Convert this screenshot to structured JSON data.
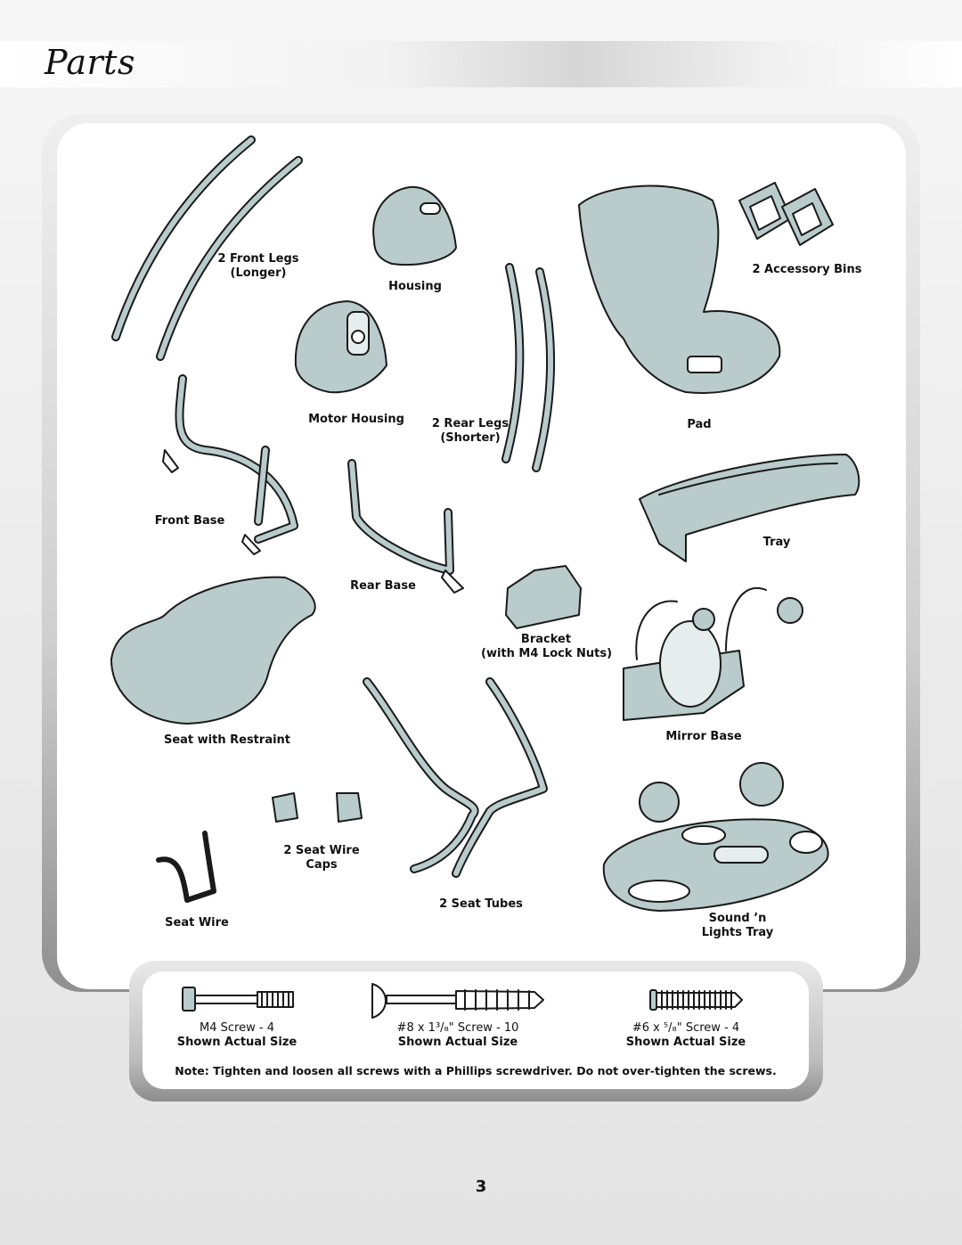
{
  "header": {
    "title": "Parts"
  },
  "parts": {
    "front_legs": {
      "line1": "2 Front Legs",
      "line2": "(Longer)"
    },
    "housing": "Housing",
    "motor_housing": "Motor Housing",
    "rear_legs": {
      "line1": "2 Rear Legs",
      "line2": "(Shorter)"
    },
    "pad": "Pad",
    "accessory_bins": "2 Accessory Bins",
    "front_base": "Front Base",
    "rear_base": "Rear Base",
    "tray": "Tray",
    "bracket": {
      "line1": "Bracket",
      "line2": "(with M4 Lock Nuts)"
    },
    "seat_with_restraint": "Seat with Restraint",
    "mirror_base": "Mirror Base",
    "seat_wire_caps": {
      "line1": "2 Seat Wire",
      "line2": "Caps"
    },
    "seat_wire": "Seat Wire",
    "seat_tubes": "2 Seat Tubes",
    "sound_lights_tray": {
      "line1": "Sound ’n",
      "line2": "Lights Tray"
    }
  },
  "screws": {
    "m4": {
      "name": "M4 Screw - 4",
      "note": "Shown Actual Size"
    },
    "no8": {
      "name": "#8 x 1³/₈\" Screw - 10",
      "note": "Shown Actual Size"
    },
    "no6": {
      "name": "#6 x ⁵/₈\" Screw - 4",
      "note": "Shown Actual Size"
    }
  },
  "note": "Note: Tighten and loosen all screws with a Phillips screwdriver. Do not over-tighten the screws.",
  "page_number": "3",
  "colors": {
    "part_fill": "#b9cbcb",
    "outline": "#1a1a1a",
    "panel_border": "#9a9a9a"
  }
}
